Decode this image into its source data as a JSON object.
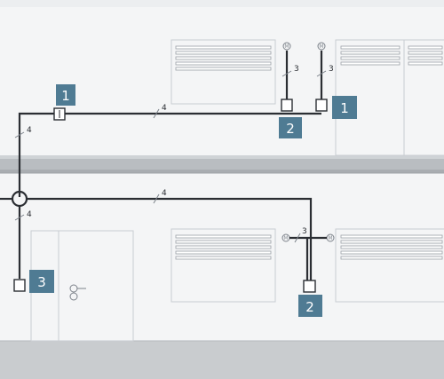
{
  "colors": {
    "wall": "#f4f5f6",
    "floor": "#c9cccf",
    "beam": "#b9bdc1",
    "wire": "#2b2e33",
    "badge": "#4f7b93",
    "badge_text": "#ffffff"
  },
  "motor_symbol": "M",
  "wire_counts": {
    "upper_left_drop": "4",
    "upper_main": "4",
    "upper_motor_a": "3",
    "upper_motor_b": "3",
    "lower_main": "4",
    "lower_left_drop": "4",
    "lower_motors": "3"
  },
  "badges": {
    "upper_switch": "1",
    "upper_right_switch": "1",
    "upper_box": "2",
    "lower_box": "2",
    "lower_switch": "3"
  }
}
